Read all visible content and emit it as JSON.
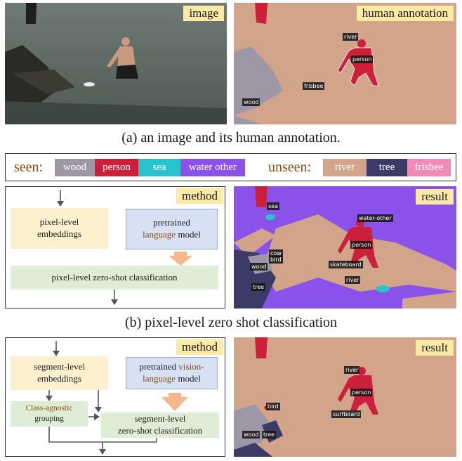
{
  "top": {
    "image_tag": "image",
    "annotation_tag": "human annotation",
    "annotation_labels": [
      "river",
      "person",
      "frisbee",
      "wood"
    ],
    "caption": "(a) an image and its human annotation."
  },
  "legend": {
    "seen_label": "seen:",
    "seen": [
      {
        "name": "wood",
        "color": "#9d97a8"
      },
      {
        "name": "person",
        "color": "#cc1f3a"
      },
      {
        "name": "sea",
        "color": "#27c3cc"
      },
      {
        "name": "water other",
        "color": "#8a52e8"
      }
    ],
    "unseen_label": "unseen:",
    "unseen": [
      {
        "name": "river",
        "color": "#d2a58a"
      },
      {
        "name": "tree",
        "color": "#3c3a66"
      },
      {
        "name": "frisbee",
        "color": "#f28ab9"
      }
    ]
  },
  "pixel": {
    "method_tag": "method",
    "result_tag": "result",
    "emb": "pixel-level embeddings",
    "lm_prefix": "pretrained",
    "lm_highlight": "language",
    "lm_suffix": "model",
    "cls": "pixel-level zero-shot classification",
    "result_labels": [
      "sea",
      "water-other",
      "person",
      "cow",
      "bird",
      "wood",
      "skateboard",
      "tree",
      "river"
    ],
    "caption": "(b) pixel-level zero shot classification"
  },
  "segment": {
    "method_tag": "method",
    "result_tag": "result",
    "emb": "segment-level embeddings",
    "vlm_prefix": "pretrained",
    "vlm_highlight": "vision-language",
    "vlm_suffix": "model",
    "group_line1": "Class-agnostic",
    "group_line2": "grouping",
    "cls": "segment-level zero-shot classification",
    "result_labels": [
      "river",
      "person",
      "bird",
      "surfboard",
      "wood",
      "tree"
    ]
  }
}
